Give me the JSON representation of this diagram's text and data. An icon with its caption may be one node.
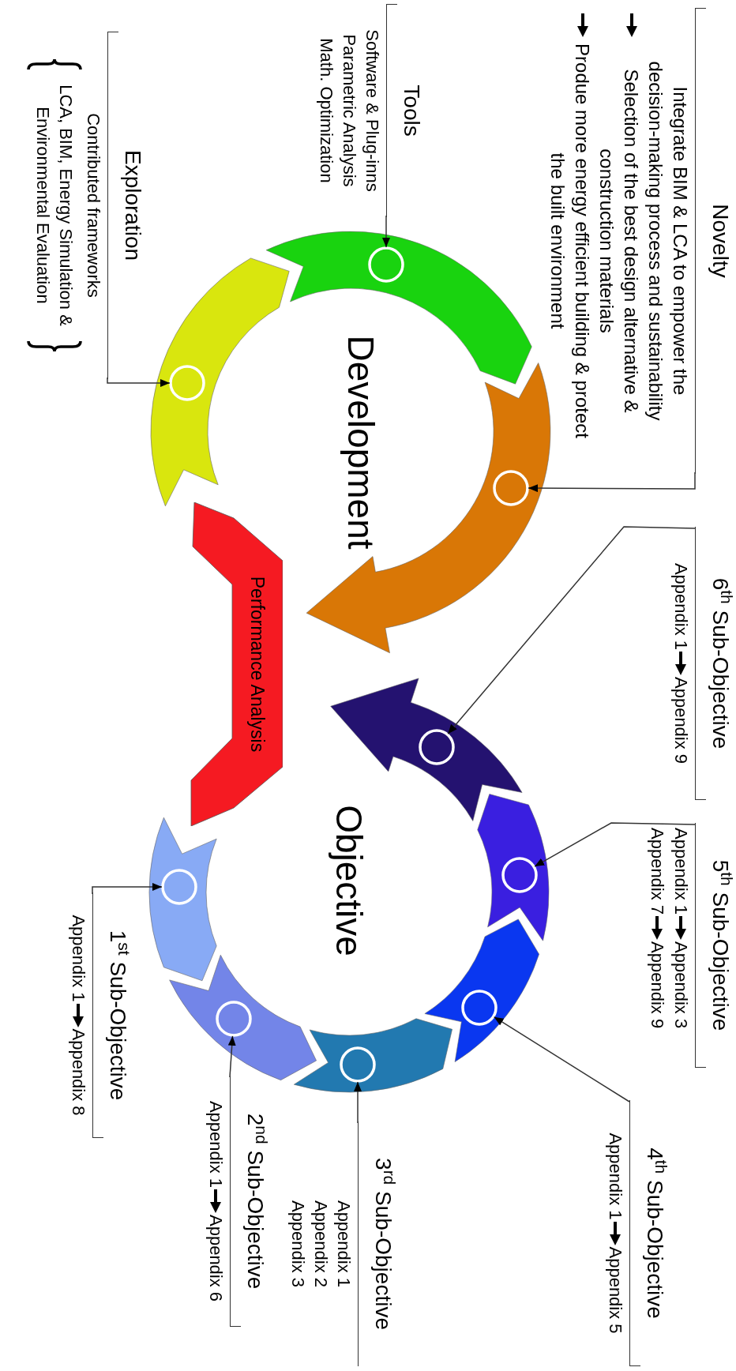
{
  "diagram": {
    "nodes": [
      {
        "text": [
          "Novelty",
          "Integrate BIM & LCA to empower the decision-making process and sustainability",
          "Selection of the best design alternative & construction materials",
          "Produe more energy efficient building & protect the built environment"
        ]
      },
      {
        "text": [
          "Tools",
          "Software & Plug-inns",
          "Parametric Analysis",
          "Math. Optimization"
        ]
      },
      {
        "text": [
          "Exploration",
          "Contributed frameworks",
          "LCA, BIM, Energy Simulation & Environmental Evaluation"
        ]
      },
      {
        "text": [
          "6$^{th}$ Sub-Objective",
          "Appendix 1",
          "Appendix 9"
        ]
      },
      {
        "text": [
          "5$^{th}$ Sub-Objective",
          "Appendix 1",
          "Appendix 3",
          "Appendix 7",
          "Appendix 9"
        ]
      },
      {
        "text": [
          "4$^{th}$ Sub-Objective",
          "Appendix 1",
          "Appendix 5"
        ]
      },
      {
        "text": [
          "3$^{rd}$ Sub-Objective",
          "Appendix 1",
          "Appendix 2",
          "Appendix 3"
        ]
      },
      {
        "text": [
          "2$^{nd}$ Sub-Objective",
          "Appendix 1",
          "Appendix 6"
        ]
      },
      {
        "text": [
          "1$^{st}$ Sub-Objective",
          "Appendix 1",
          "Appendix 8"
        ]
      },
      {
        "text": [
          "Performance Analysis"
        ]
      },
      {
        "text": [],
        "shape": "circle"
      },
      {
        "text": [],
        "shape": "circle"
      },
      {
        "text": [],
        "shape": "circle"
      },
      {
        "text": [],
        "shape": "circle"
      },
      {
        "text": [],
        "shape": "circle"
      },
      {
        "text": [],
        "shape": "circle"
      },
      {
        "text": [],
        "shape": "circle"
      },
      {
        "text": [],
        "shape": "circle"
      },
      {
        "text": [],
        "shape": "circle"
      }
    ],
    "edges": [
      {
        "from": 0,
        "to": 12,
        "arrow": "to"
      },
      {
        "from": 1,
        "to": 10,
        "arrow": "to"
      },
      {
        "from": 2,
        "to": 11,
        "arrow": "to"
      },
      {
        "from": 3,
        "to": 13,
        "arrow": "to"
      },
      {
        "from": 4,
        "to": 14,
        "arrow": "to"
      },
      {
        "from": 5,
        "to": 16,
        "arrow": "to"
      },
      {
        "from": 6,
        "to": 18,
        "arrow": "to"
      },
      {
        "from": 7,
        "to": 17,
        "arrow": "to"
      },
      {
        "from": 8,
        "to": 15,
        "arrow": "to"
      }
    ],
    "labels": [
      "Development",
      "Objective"
    ]
  }
}
